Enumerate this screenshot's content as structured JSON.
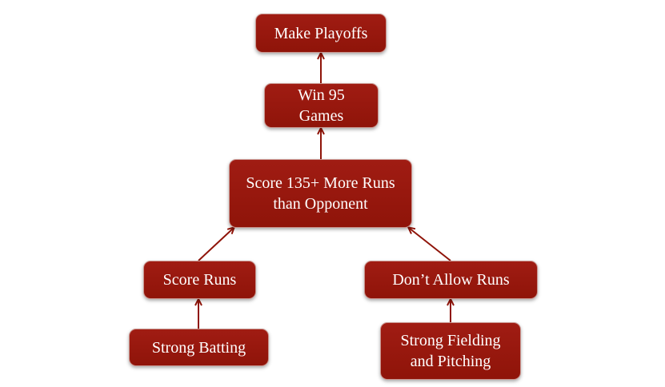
{
  "diagram": {
    "nodes": {
      "playoffs": {
        "label": "Make Playoffs"
      },
      "win": {
        "label": "Win 95 Games"
      },
      "score": {
        "label": "Score 135+ More Runs than Opponent"
      },
      "runs": {
        "label": "Score Runs"
      },
      "allow": {
        "label": "Don’t Allow Runs"
      },
      "batting": {
        "label": "Strong Batting"
      },
      "fielding": {
        "label": "Strong Fielding and Pitching"
      }
    },
    "colors": {
      "node_fill": "#961810",
      "node_border": "#c9958f",
      "arrow": "#8f1409",
      "text": "#ffffff"
    }
  }
}
